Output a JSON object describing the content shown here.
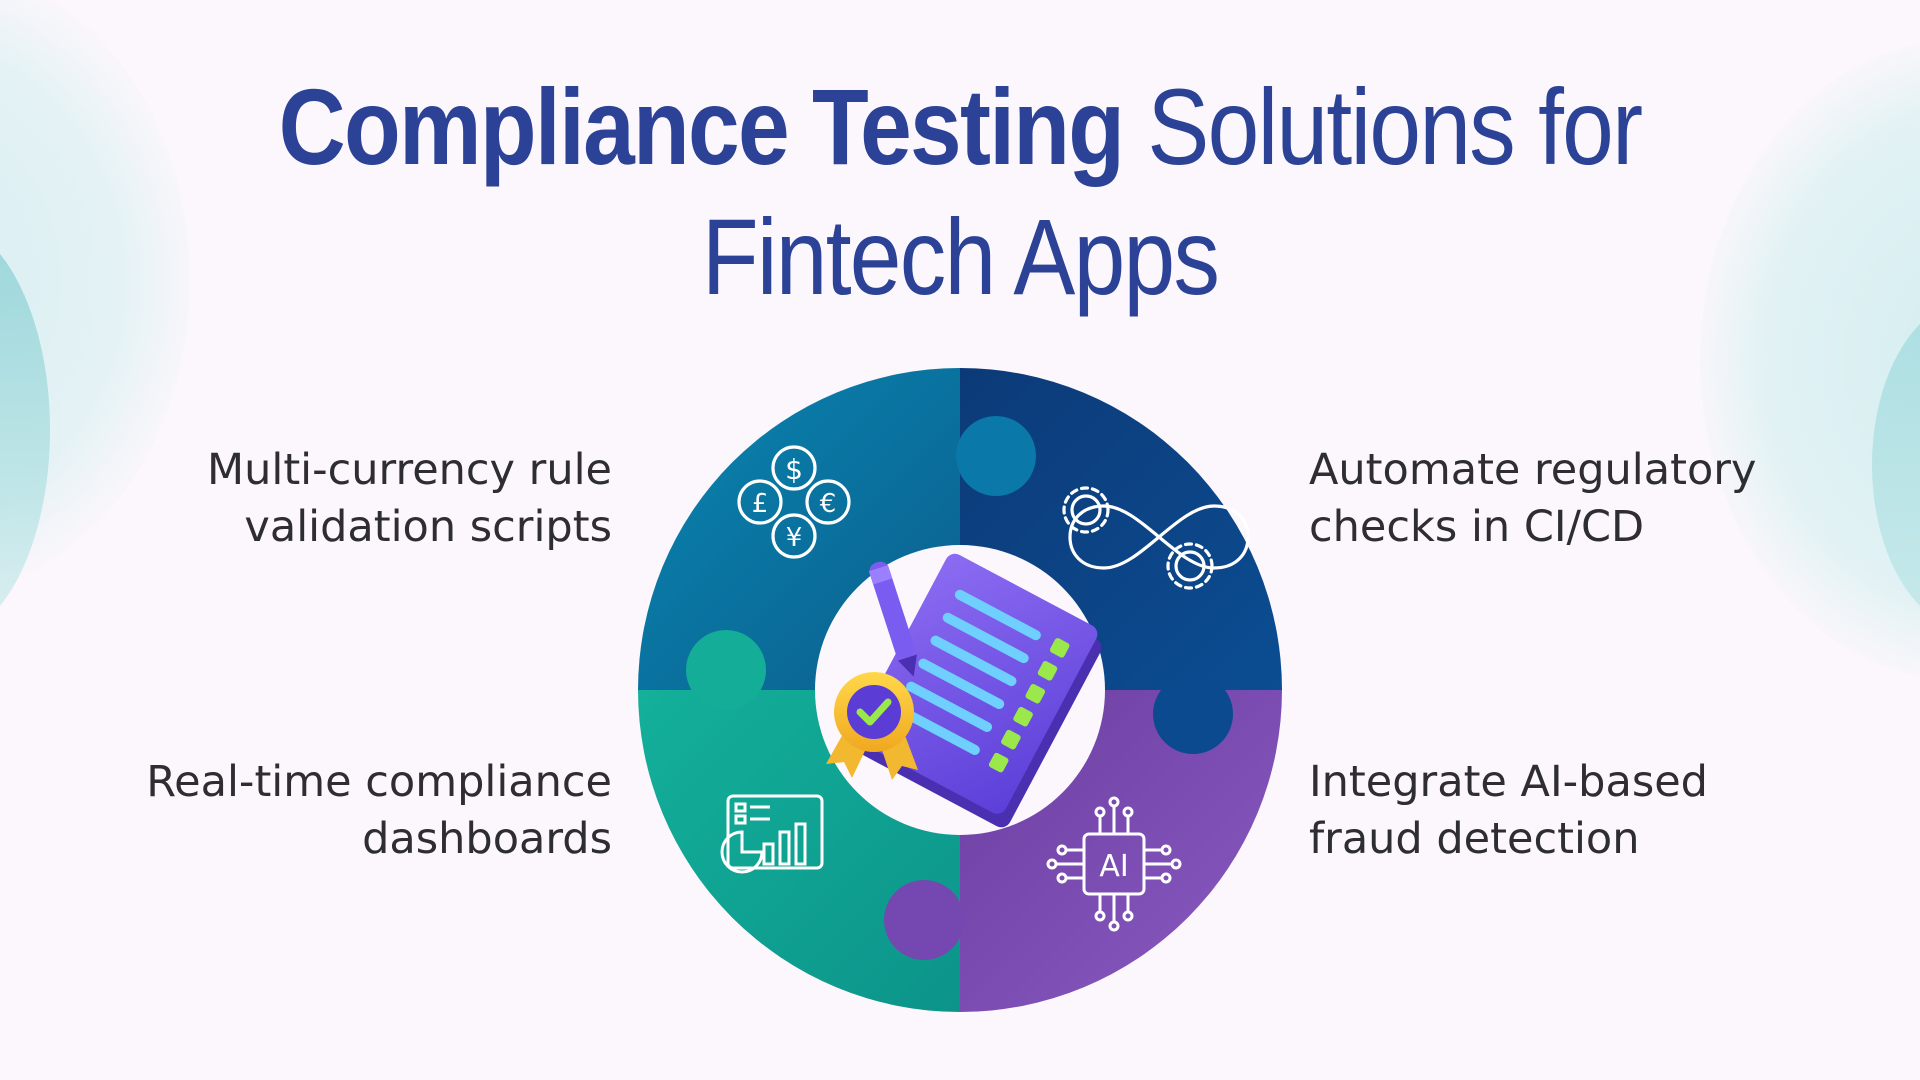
{
  "title": {
    "line1_bold": "Compliance Testing",
    "line1_light": " Solutions for",
    "line2": "Fintech Apps"
  },
  "items": [
    {
      "id": "multi-currency",
      "line1": "Multi-currency rule",
      "line2": "validation scripts",
      "icon": "currency-exchange-icon",
      "color": "#0b78a8"
    },
    {
      "id": "automate",
      "line1": "Automate regulatory",
      "line2": "checks in CI/CD",
      "icon": "gear-infinity-icon",
      "color": "#0a4a8c"
    },
    {
      "id": "dashboards",
      "line1": "Real-time compliance",
      "line2": "dashboards",
      "icon": "dashboard-chart-icon",
      "color": "#13aa96"
    },
    {
      "id": "ai-fraud",
      "line1": "Integrate AI-based",
      "line2": "fraud detection",
      "icon": "ai-chip-icon",
      "color": "#7a4fb6"
    }
  ],
  "center_icon": "checklist-document-badge-icon",
  "currency_symbols": [
    "$",
    "£",
    "€",
    "¥"
  ],
  "ai_chip_text": "AI"
}
